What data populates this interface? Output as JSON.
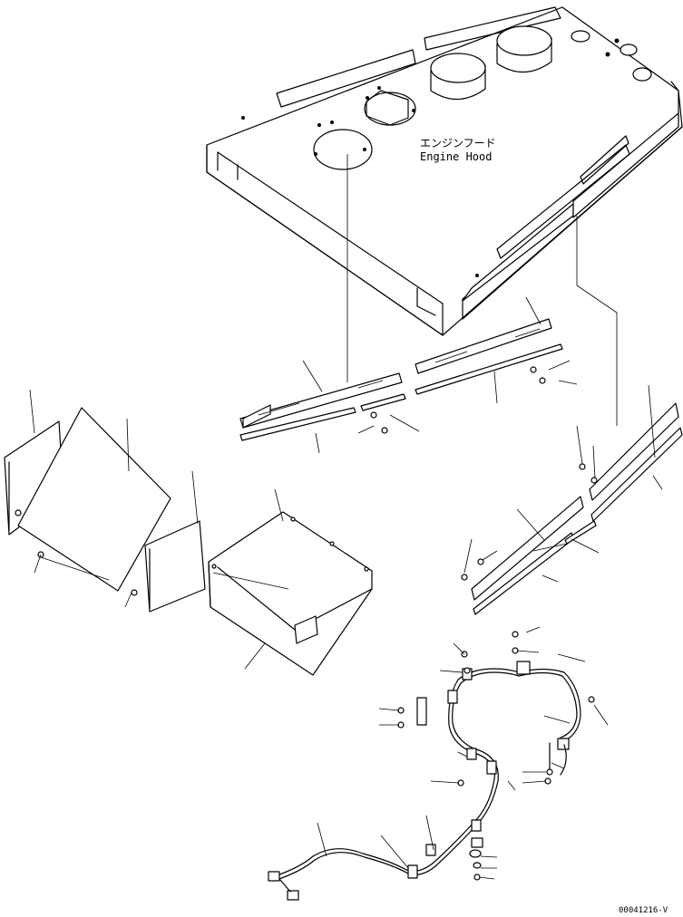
{
  "labels": {
    "engine_hood_jp": "エンジンフード",
    "engine_hood_en": "Engine Hood",
    "drawing_code": "00041216-V"
  }
}
